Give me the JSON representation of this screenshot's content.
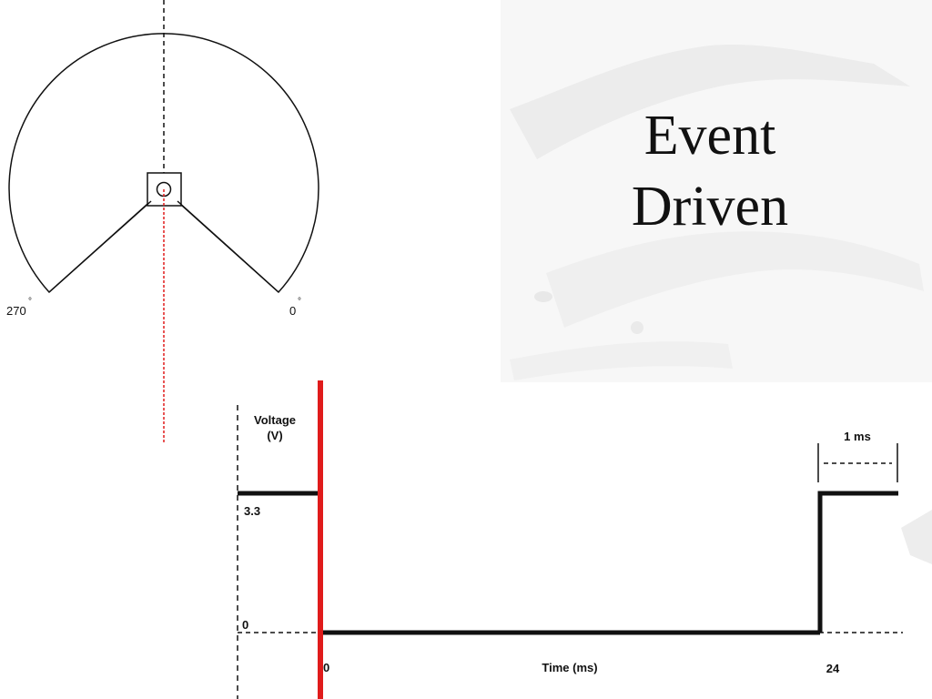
{
  "slide": {
    "title_lines": [
      "Event",
      "Driven"
    ]
  },
  "servo_diagram": {
    "angle_min_label": "270",
    "angle_max_label": "0",
    "degree_symbol": "°"
  },
  "pulse_chart": {
    "y_axis_label_line1": "Voltage",
    "y_axis_label_line2": "(V)",
    "level_high_label": "3.3",
    "level_low_label": "0",
    "x_axis_label": "Time (ms)",
    "x_start_label": "0",
    "x_end_label": "24",
    "pulse_width_label": "1 ms"
  },
  "colors": {
    "background": "#ffffff",
    "texture": "#ebebeb",
    "line": "#111111",
    "marker": "#e01b1b"
  }
}
